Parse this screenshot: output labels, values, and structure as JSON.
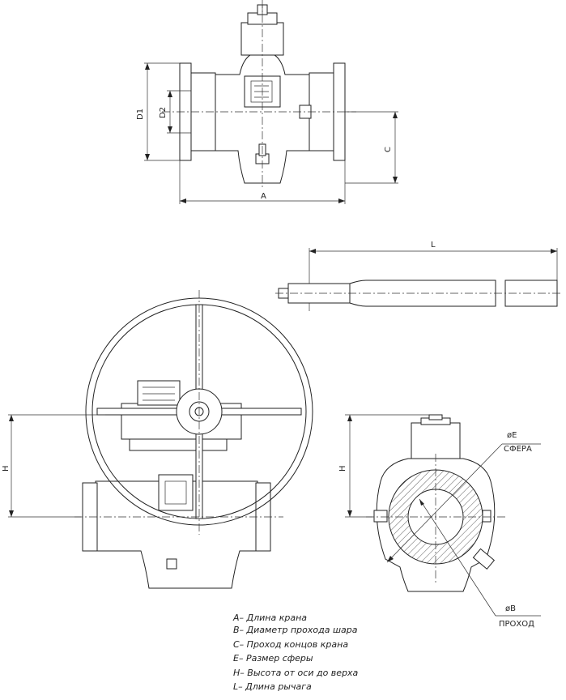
{
  "dimensions": {
    "A": "A",
    "C": "C",
    "D1": "D1",
    "D2": "D2",
    "L": "L",
    "H_front": "H",
    "H_side": "H"
  },
  "callouts": {
    "sphere_symbol": "øE",
    "sphere_label": "СФЕРА",
    "bore_symbol": "øB",
    "bore_label": "ПРОХОД"
  },
  "legend": [
    "A– Длина крана",
    "B– Диаметр прохода шара",
    "C– Проход концов крана",
    "E– Размер сферы",
    "H– Высота от оси до верха",
    "L– Длина рычага"
  ]
}
